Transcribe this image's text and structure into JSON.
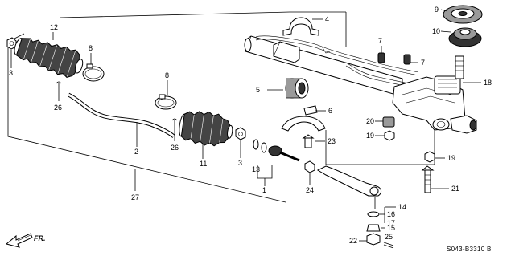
{
  "diagram": {
    "callouts": [
      "1",
      "2",
      "3",
      "3",
      "4",
      "5",
      "6",
      "7",
      "7",
      "8",
      "8",
      "9",
      "10",
      "11",
      "12",
      "13",
      "14",
      "15",
      "16",
      "17",
      "18",
      "19",
      "19",
      "20",
      "21",
      "22",
      "23",
      "24",
      "25",
      "26",
      "26",
      "27"
    ],
    "direction_label": "FR.",
    "catalog_code": "S043-B3310 B"
  }
}
